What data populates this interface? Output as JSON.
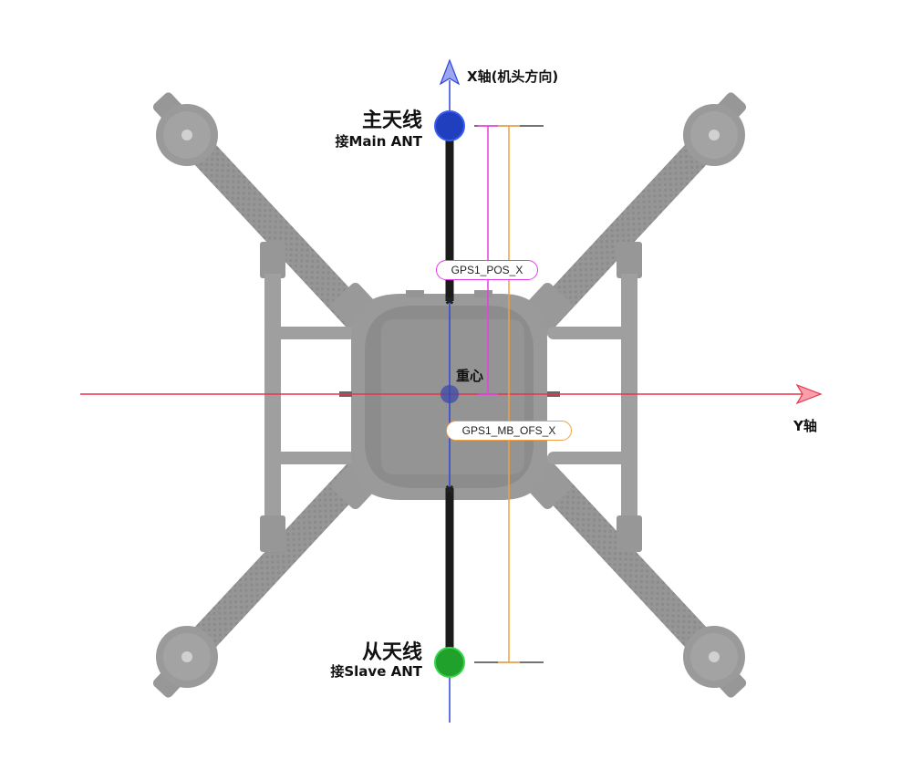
{
  "axes": {
    "x_label": "X轴(机头方向)",
    "y_label": "Y轴"
  },
  "antennas": {
    "main_title": "主天线",
    "main_sub": "接Main ANT",
    "slave_title": "从天线",
    "slave_sub": "接Slave ANT"
  },
  "cog_label": "重心",
  "offsets": {
    "pos_x": "GPS1_POS_X",
    "mb_ofs_x": "GPS1_MB_OFS_X"
  },
  "colors": {
    "x_axis": "#2f45d8",
    "y_axis": "#e8344c",
    "main_antenna": "#1f3fbf",
    "slave_antenna": "#1fa12b",
    "pos_x_line": "#e63ce6",
    "mb_ofs_line": "#f0a040",
    "drone_body": "#8a8a8a"
  }
}
